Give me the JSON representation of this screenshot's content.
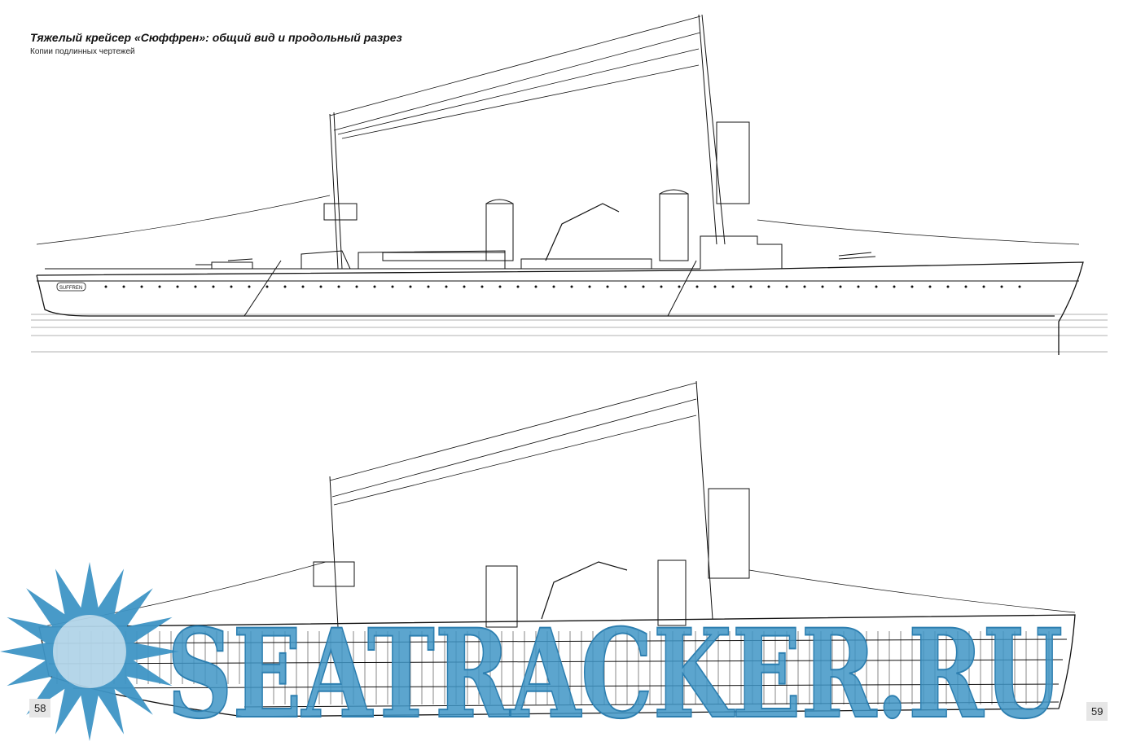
{
  "header": {
    "title": "Тяжелый крейсер «Сюффрен»: общий вид и продольный разрез",
    "subtitle": "Копии подлинных чертежей"
  },
  "drawings": {
    "profile": {
      "hull_name": "SUFFREN"
    },
    "section": {}
  },
  "watermark": {
    "text": "SEATRACKER.RU",
    "color": "#3f95c6"
  },
  "pages": {
    "left": "58",
    "right": "59"
  }
}
